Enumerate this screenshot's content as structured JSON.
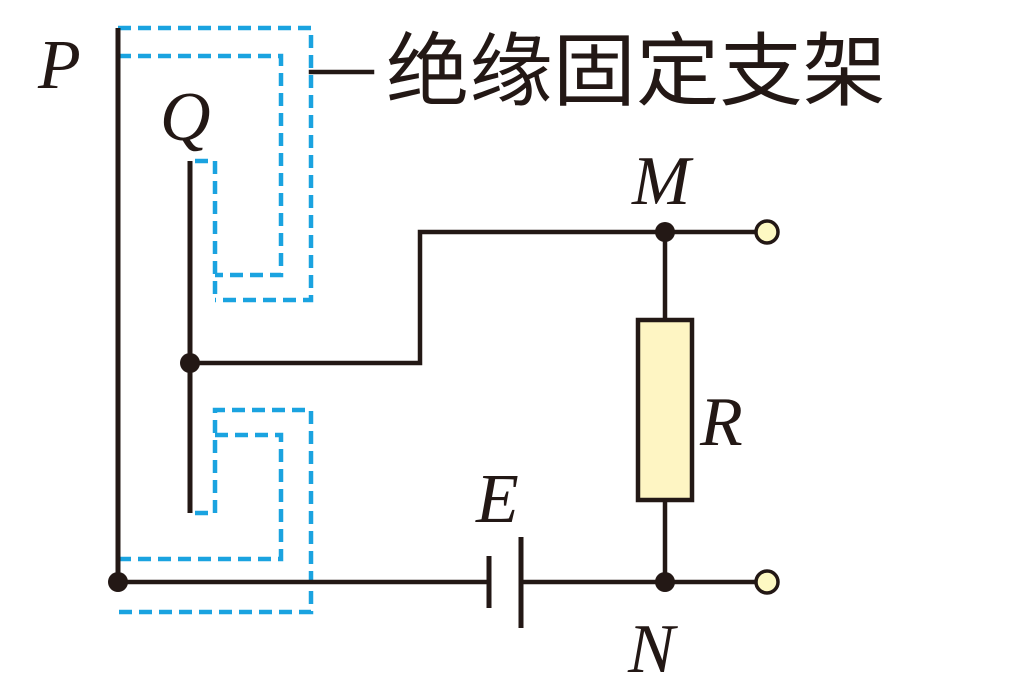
{
  "labels": {
    "P": "P",
    "Q": "Q",
    "M": "M",
    "N": "N",
    "R": "R",
    "E": "E",
    "support": "绝缘固定支架"
  },
  "colors": {
    "wire": "#231815",
    "support_dash": "#1aa3e0",
    "resistor_fill": "#fef5c3",
    "terminal_fill": "#fef9c2"
  }
}
